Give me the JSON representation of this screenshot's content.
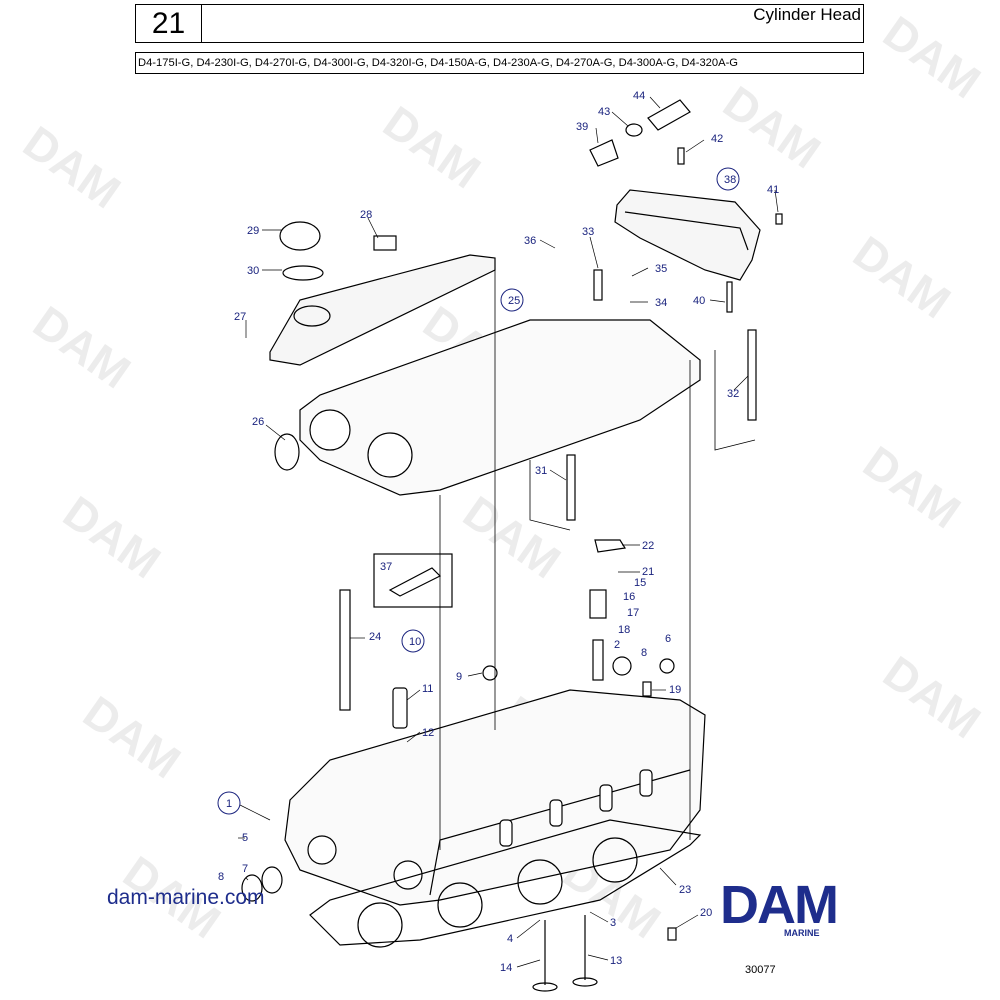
{
  "header": {
    "page_number": "21",
    "title": "Cylinder Head",
    "models": "D4-175I-G, D4-230I-G, D4-270I-G, D4-300I-G, D4-320I-G, D4-150A-G, D4-230A-G, D4-270A-G, D4-300A-G, D4-320A-G"
  },
  "watermark": "DAM",
  "callouts": {
    "c1": "1",
    "c2": "2",
    "c3": "3",
    "c4": "4",
    "c5": "5",
    "c6": "6",
    "c7": "7",
    "c8": "8",
    "c8b": "8",
    "c9": "9",
    "c10": "10",
    "c11": "11",
    "c12": "12",
    "c13": "13",
    "c14": "14",
    "c15": "15",
    "c16": "16",
    "c17": "17",
    "c18": "18",
    "c19": "19",
    "c20": "20",
    "c21": "21",
    "c22": "22",
    "c23": "23",
    "c24": "24",
    "c25": "25",
    "c26": "26",
    "c27": "27",
    "c28": "28",
    "c29": "29",
    "c30": "30",
    "c31": "31",
    "c32": "32",
    "c33": "33",
    "c34": "34",
    "c35": "35",
    "c36": "36",
    "c37": "37",
    "c38": "38",
    "c39": "39",
    "c40": "40",
    "c41": "41",
    "c42": "42",
    "c43": "43",
    "c44": "44"
  },
  "footer": {
    "url": "dam-marine.com",
    "logo": "DAM",
    "logo_sub": "MARINE",
    "drawing_number": "30077"
  },
  "colors": {
    "brand": "#1e2d8c",
    "callout": "#1a237e",
    "line": "#000000",
    "watermark": "#ececec"
  }
}
